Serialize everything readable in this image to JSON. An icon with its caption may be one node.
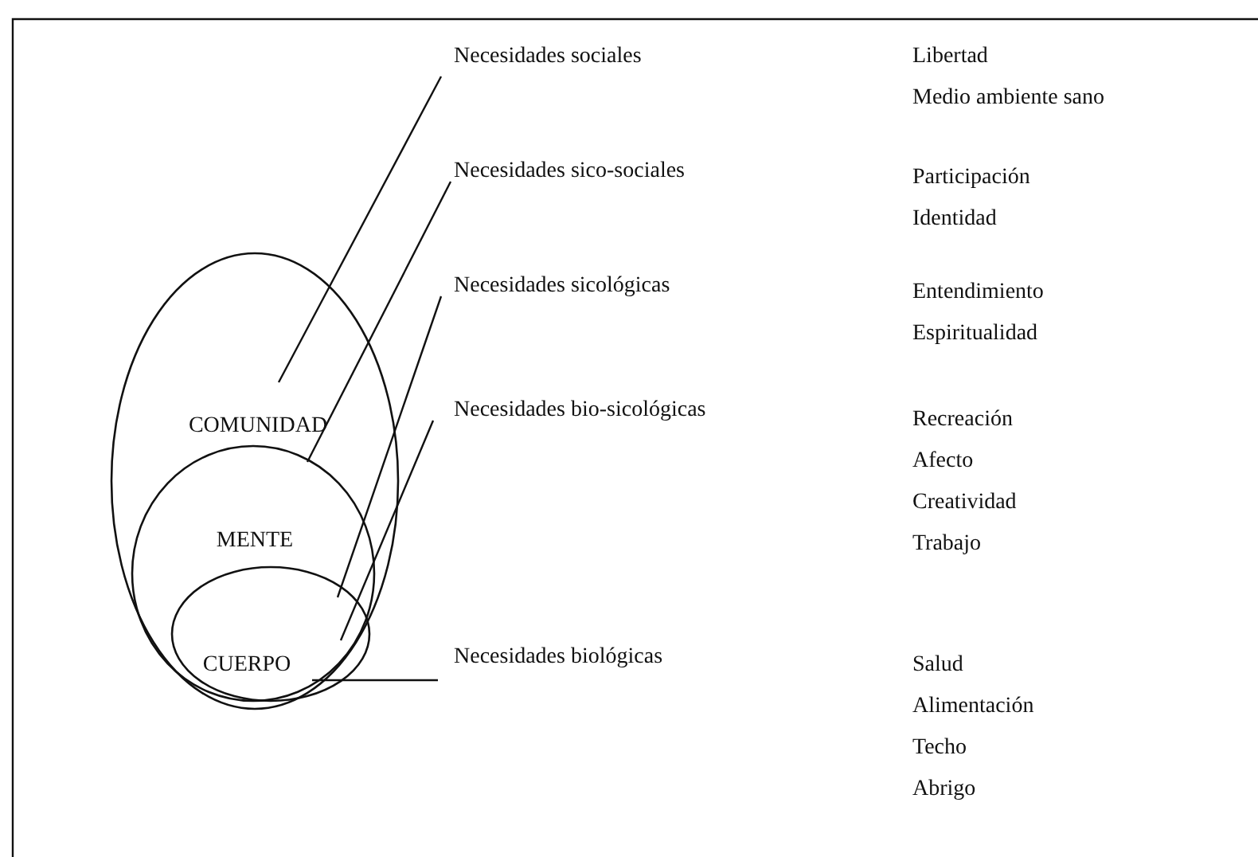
{
  "diagram": {
    "nodes": [
      {
        "text": [
          "COMUNIDAD"
        ]
      },
      {
        "text": [
          "MENTE"
        ],
        "in": 0
      },
      {
        "text": [
          "CUERPO"
        ],
        "in": 1
      },
      {
        "text": [
          "Necesidades sociales"
        ]
      },
      {
        "text": [
          "Necesidades sico-sociales"
        ]
      },
      {
        "text": [
          "Necesidades sicológicas"
        ]
      },
      {
        "text": [
          "Necesidades bio-sicológicas"
        ]
      },
      {
        "text": [
          "Necesidades biológicas"
        ]
      }
    ],
    "edges": [
      {
        "from": 3,
        "to": 0,
        "arrow": "none"
      },
      {
        "from": 4,
        "to": 0,
        "arrow": "none"
      },
      {
        "from": 5,
        "to": 1,
        "arrow": "none"
      },
      {
        "from": 6,
        "to": 2,
        "arrow": "none"
      },
      {
        "from": 7,
        "to": 2,
        "arrow": "none"
      }
    ],
    "labels": [
      "Libertad",
      "Medio ambiente sano",
      "Participación",
      "Identidad",
      "Entendimiento",
      "Espiritualidad",
      "Recreación",
      "Afecto",
      "Creatividad",
      "Trabajo",
      "Salud",
      "Alimentación",
      "Techo",
      "Abrigo"
    ]
  }
}
